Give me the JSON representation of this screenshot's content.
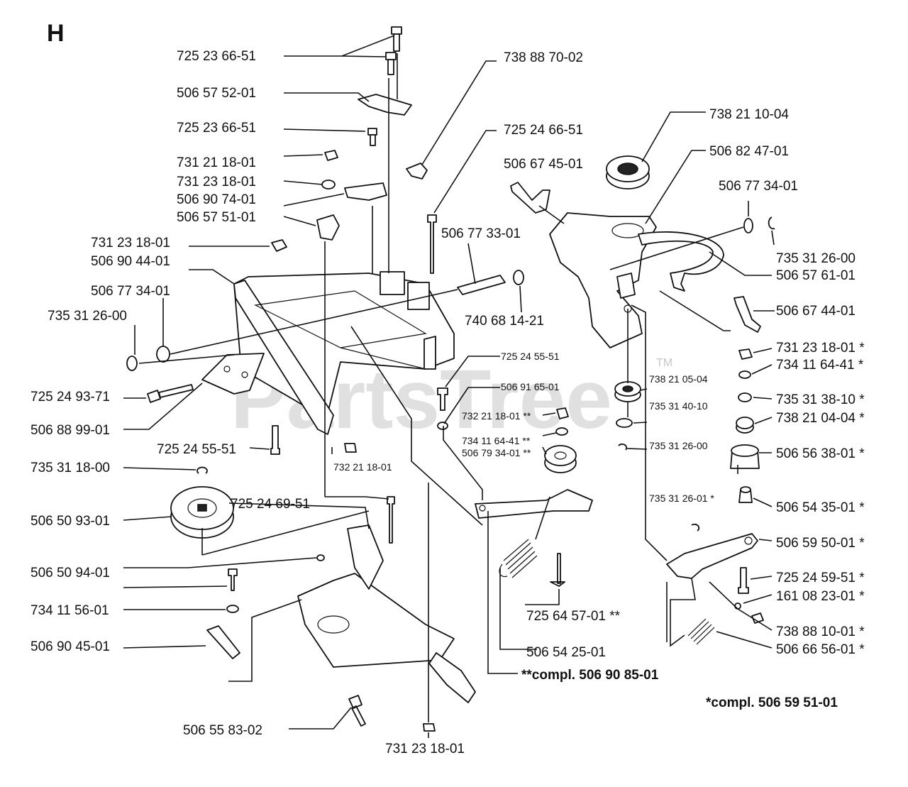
{
  "section": "H",
  "watermark": "PartsTree",
  "watermark_tm": "TM",
  "labels": {
    "l01": "725 23 66-51",
    "l02": "506 57 52-01",
    "l03": "725 23 66-51",
    "l04": "731 21 18-01",
    "l05": "731 23 18-01",
    "l06": "506 90 74-01",
    "l07": "506 57 51-01",
    "l08": "731 23 18-01",
    "l09": "506 90 44-01",
    "l10": "506 77 34-01",
    "l11": "735 31 26-00",
    "l12": "725 24 93-71",
    "l13": "506 88 99-01",
    "l14": "725 24 55-51",
    "l15": "735 31 18-00",
    "l16": "725 24 69-51",
    "l17": "506 50 93-01",
    "l18": "506 50 94-01",
    "l19": "734 11 56-01",
    "l20": "506 90 45-01",
    "l21": "506 55 83-02",
    "l22": "731 23 18-01",
    "l23": "738 88 70-02",
    "l24": "725 24 66-51",
    "l25": "506 77 33-01",
    "l26": "740 68 14-21",
    "l27": "725 24 55-51",
    "l28": "506 91 65-01",
    "l29": "732 21 18-01 **",
    "l30": "734 11 64-41 **",
    "l31": "506 79 34-01 **",
    "l32": "732 21 18-01",
    "l33": "725 64 57-01 **",
    "l34": "506 54 25-01",
    "l35": "**compl. 506 90 85-01",
    "l36": "506 67 45-01",
    "l37": "738 21 10-04",
    "l38": "506 82 47-01",
    "l39": "506 77 34-01",
    "l40": "735 31 26-00",
    "l41": "506 57 61-01",
    "l42": "506 67 44-01",
    "l43": "738 21 05-04",
    "l44": "735 31 40-10",
    "l45": "735 31 26-00",
    "l46": "735 31 26-01 *",
    "l47": "731 23 18-01 *",
    "l48": "734 11 64-41 *",
    "l49": "735 31 38-10 *",
    "l50": "738 21 04-04 *",
    "l51": "506 56 38-01 *",
    "l52": "506 54 35-01 *",
    "l53": "506 59 50-01 *",
    "l54": "725 24 59-51 *",
    "l55": "161 08 23-01 *",
    "l56": "738 88 10-01 *",
    "l57": "506 66 56-01 *",
    "l58": "*compl. 506 59 51-01"
  }
}
